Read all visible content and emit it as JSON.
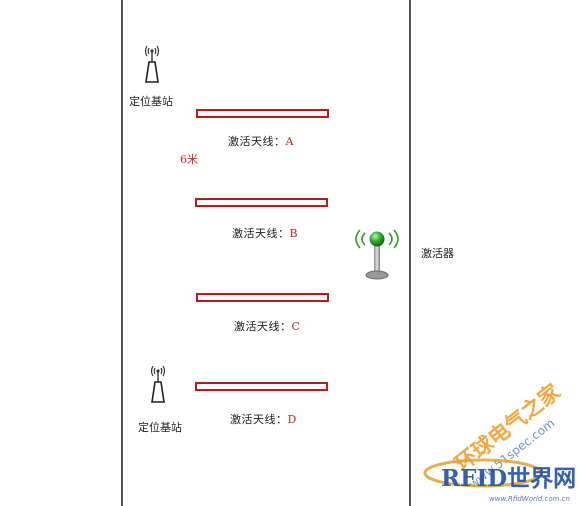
{
  "base_station_top": {
    "label": "定位基站",
    "icon": "base-station-antenna-icon"
  },
  "base_station_bottom": {
    "label": "定位基站",
    "icon": "base-station-antenna-icon"
  },
  "distance_label": "6米",
  "activator": {
    "label": "激活器",
    "icon": "wireless-activator-icon"
  },
  "antennas": [
    {
      "prefix": "激活天线：",
      "letter": "A"
    },
    {
      "prefix": "激活天线：",
      "letter": "B"
    },
    {
      "prefix": "激活天线：",
      "letter": "C"
    },
    {
      "prefix": "激活天线：",
      "letter": "D"
    }
  ],
  "watermark": {
    "site_cn": "环球电气之家",
    "site_url": "www.51spec.com",
    "brand": "RFID世界网",
    "brand_url": "www.RfidWorld.com.cn"
  },
  "colors": {
    "antenna_border": "#b71c1c",
    "letter": "#c62828",
    "activator_head": "#2e9e2e",
    "watermark": "#f29a1f"
  }
}
